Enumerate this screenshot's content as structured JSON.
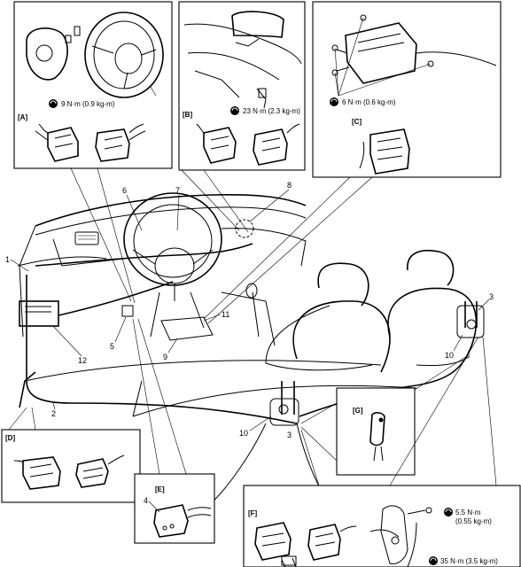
{
  "torques": {
    "steering": "9 N·m (0.9 kg-m)",
    "dash": "23 N·m (2.3 kg-m)",
    "module": "6 N·m (0.6 kg-m)",
    "pretensioner_1": "5.5 N·m",
    "pretensioner_1_alt": "(0.55 kg-m)",
    "pretensioner_2": "35 N·m (3.5 kg-m)"
  },
  "inset_tags": {
    "A": "[A]",
    "B": "[B]",
    "C": "[C]",
    "D": "[D]",
    "E": "[E]",
    "F": "[F]",
    "G": "[G]"
  },
  "callouts": {
    "c1": "1",
    "c2": "2",
    "c3a": "3",
    "c3b": "3",
    "c4": "4",
    "c5": "5",
    "c6": "6",
    "c7": "7",
    "c8": "8",
    "c9": "9",
    "c10a": "10",
    "c10b": "10",
    "c11": "11",
    "c12": "12"
  },
  "icons": {
    "torque": "torque-wrench-icon"
  }
}
